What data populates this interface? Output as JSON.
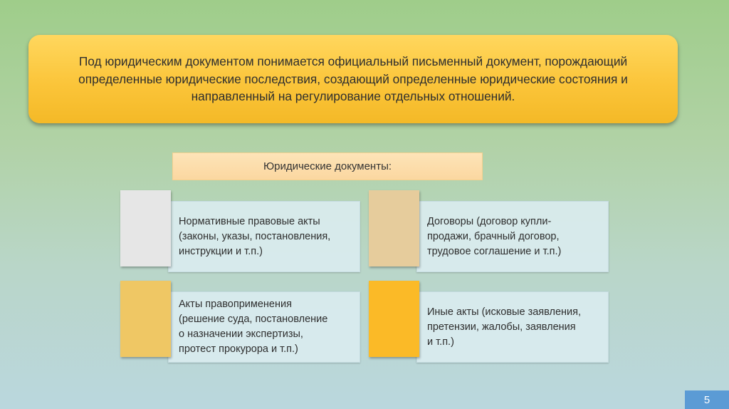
{
  "definition": {
    "text": "Под юридическим документом понимается официальный письменный документ, порождающий определенные юридические последствия, создающий определенные юридические состояния и направленный на регулирование отдельных отношений."
  },
  "heading": {
    "label": "Юридические документы:"
  },
  "cards": [
    {
      "text": "Нормативные правовые акты\n(законы, указы, постановления,\nинструкции и т.п.)",
      "color": "#e6e6e6"
    },
    {
      "text": "Договоры (договор купли-\nпродажи, брачный договор,\nтрудовое соглашение и т.п.)",
      "color": "#e6cc9c"
    },
    {
      "text": "Акты правоприменения\n(решение суда, постановление\nо назначении экспертизы,\nпротест прокурора и т.п.)",
      "color": "#efc764"
    },
    {
      "text": "Иные акты (исковые заявления,\nпретензии, жалобы, заявления\nи т.п.)",
      "color": "#fbba27"
    }
  ],
  "footer": {
    "page_number": "5"
  }
}
